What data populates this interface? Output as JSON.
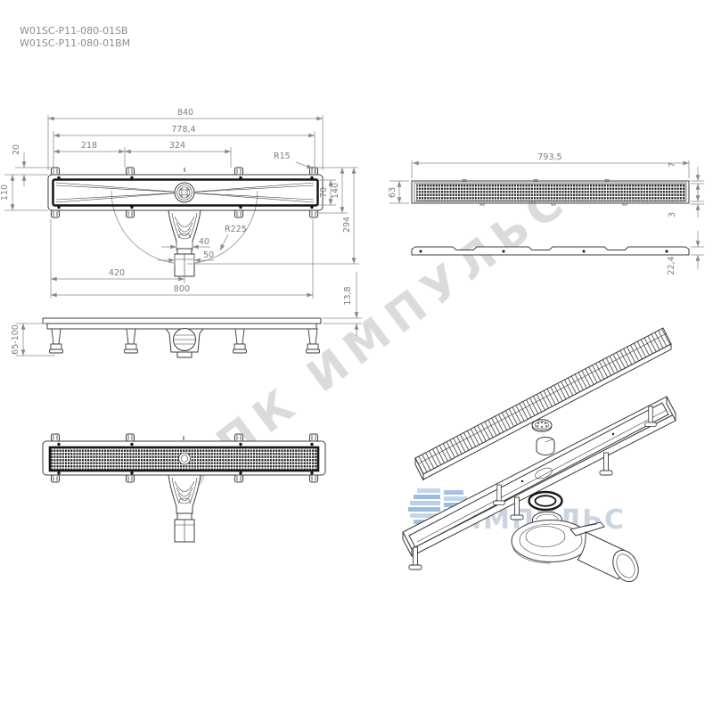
{
  "header": {
    "code1": "W01SC-P11-080-01SB",
    "code2": "W01SC-P11-080-01BM"
  },
  "watermark": {
    "diagonal_text": "ЛПК ИМПУЛЬС",
    "logo_text": "ИМПУЛЬС"
  },
  "colors": {
    "drawing_line": "#3c3c3c",
    "dimension": "#8a8a8a",
    "watermark_gray": "rgba(90,90,90,0.22)",
    "logo_blue": "#a5c3e2"
  },
  "views": {
    "channel_top": {
      "dims": {
        "total": "840",
        "body": "778,4",
        "seg1": "218",
        "seg2": "324",
        "corner": "R15",
        "edge": "20",
        "overall_w": "110",
        "inner_w": "70",
        "clips_w": "140",
        "to_trap": "294",
        "trap_r": "R225",
        "neck": "40",
        "outlet": "50",
        "drain_pos": "420",
        "length": "800"
      }
    },
    "channel_side": {
      "dims": {
        "legs": "65-100",
        "rim": "13,8"
      }
    },
    "grate_top": {
      "dims": {
        "length": "793,5",
        "width": "63",
        "top_gap": "7",
        "bottom_gap": "3",
        "profile_h": "22,4"
      }
    }
  }
}
